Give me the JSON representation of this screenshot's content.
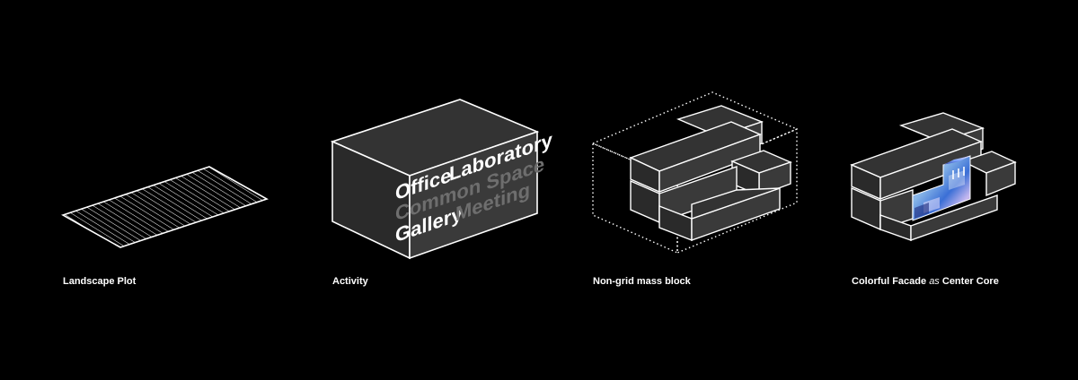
{
  "panels": [
    {
      "label": "Landscape Plot"
    },
    {
      "label": "Activity",
      "activities": {
        "office": "Office",
        "laboratory": "Laboratory",
        "common_space": "Common Space",
        "gallery": "Gallery",
        "meeting": "Meeting"
      }
    },
    {
      "label": "Non-grid mass block"
    },
    {
      "label_prefix": "Colorful Facade",
      "label_emphasis": "as",
      "label_suffix": "Center Core"
    }
  ],
  "colors": {
    "background": "#000000",
    "line": "#ffffff",
    "face_front": "#3a3a3a",
    "face_side": "#2a2a2a",
    "face_top": "#333333",
    "text_primary": "#ffffff",
    "text_muted": "#6e6e6e"
  }
}
